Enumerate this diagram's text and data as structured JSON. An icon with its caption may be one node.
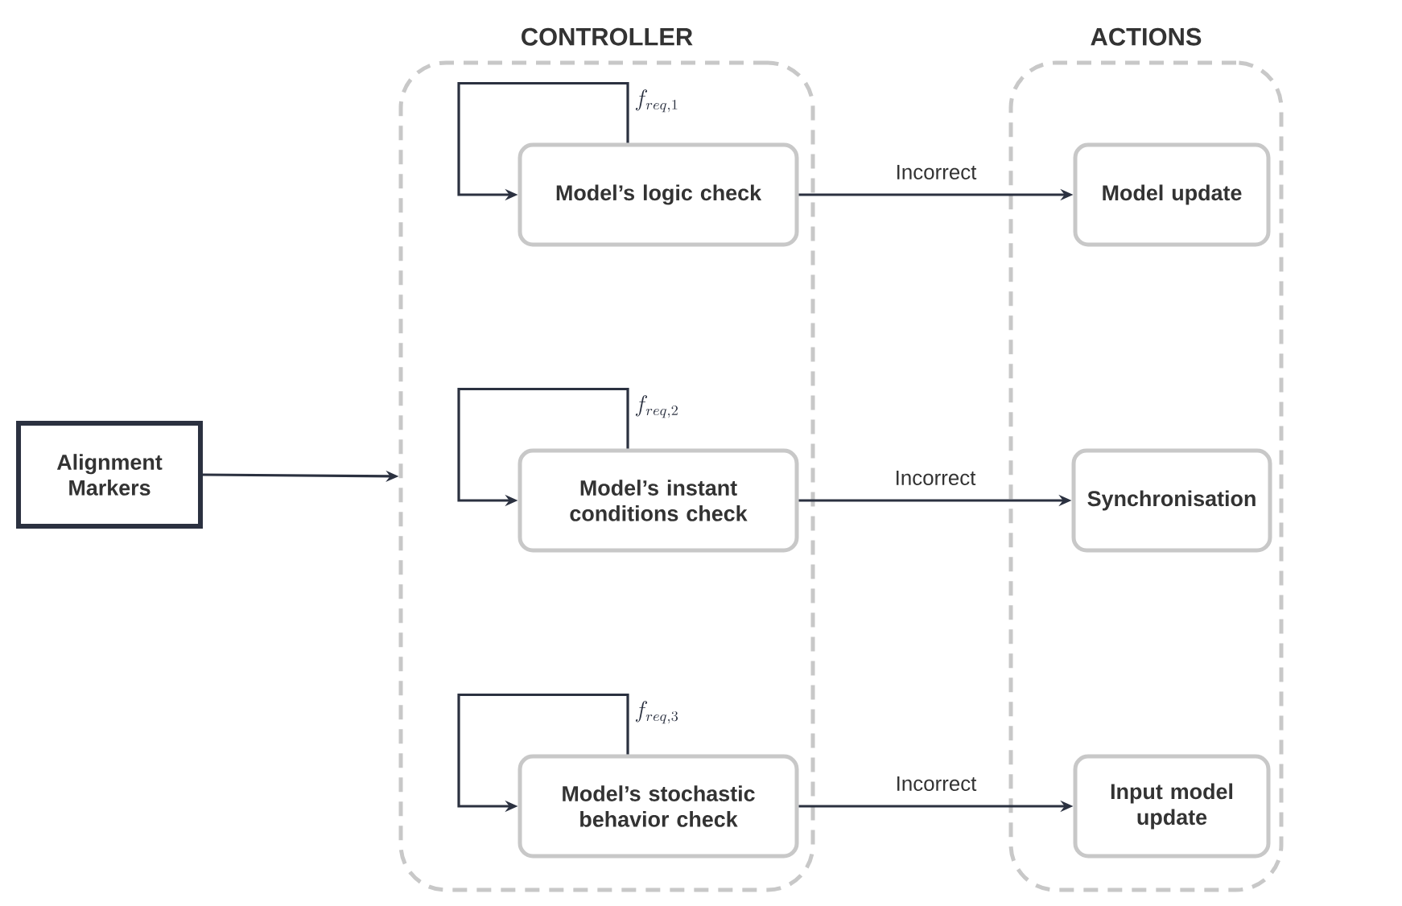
{
  "diagram": {
    "nodes": [
      {
        "text": [
          "Alignment Markers"
        ]
      },
      {
        "text": [
          "CONTROLLER"
        ]
      },
      {
        "text": [
          "Model’s logic check"
        ],
        "in": 1
      },
      {
        "text": [
          "Model’s instant conditions check"
        ],
        "in": 1
      },
      {
        "text": [
          "Model’s stochastic behavior check"
        ],
        "in": 1
      },
      {
        "text": [
          "ACTIONS"
        ]
      },
      {
        "text": [
          "Model update"
        ],
        "in": 5
      },
      {
        "text": [
          "Synchronisation"
        ],
        "in": 5
      },
      {
        "text": [
          "Input model update"
        ],
        "in": 5
      }
    ],
    "edges": [
      {
        "from": 0,
        "to": 1,
        "arrow": "to"
      },
      {
        "from": 2,
        "to": 2,
        "arrow": "to",
        "label": "f_{req,1}"
      },
      {
        "from": 3,
        "to": 3,
        "arrow": "to",
        "label": "f_{req,2}"
      },
      {
        "from": 4,
        "to": 4,
        "arrow": "to",
        "label": "f_{req,3}"
      },
      {
        "from": 2,
        "to": 6,
        "arrow": "to",
        "label": "Incorrect"
      },
      {
        "from": 3,
        "to": 7,
        "arrow": "to",
        "label": "Incorrect"
      },
      {
        "from": 4,
        "to": 8,
        "arrow": "to",
        "label": "Incorrect"
      }
    ]
  }
}
